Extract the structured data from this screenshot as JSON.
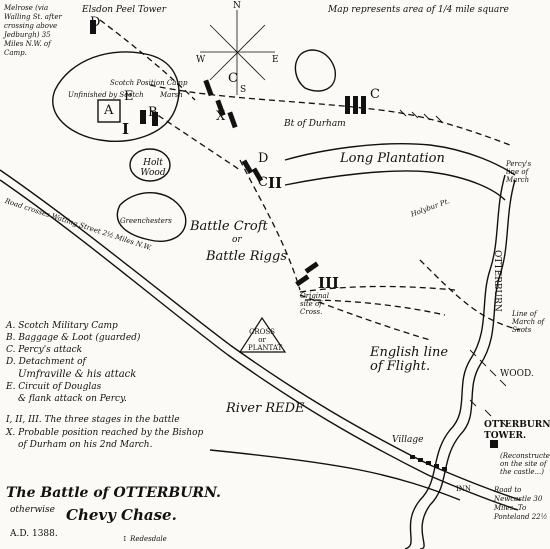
{
  "header": {
    "melrose_note": "Melrose (via Walling St. after crossing above Jedburgh) 35 Miles N.W. of Camp.",
    "elsdon_tower": "Elsdon Peel Tower",
    "scale_note": "Map represents area of 1/4 mile square"
  },
  "compass": {
    "n": "N",
    "s": "S",
    "e": "E",
    "w": "W"
  },
  "labels": {
    "scotch_camp": "Scotch Position Camp",
    "unfinished": "Unfinished by Scotch",
    "marsh": "Marsh",
    "holt_wood": "Holt Wood",
    "greenchesters": "Greenchesters",
    "bt_of_durham": "Bt of Durham",
    "long_plantation": "Long Plantation",
    "percys_line": "Percy's line of March",
    "battle_croft": "Battle Croft",
    "or_text": "or",
    "battle_riggs": "Battle Riggs",
    "original_site": "Original site of Cross.",
    "cross": "CROSS or PLANTAT",
    "road_crosses": "Road crosses Watling Street 2½ Miles N.W.",
    "holybur": "Holybur Pt.",
    "otterburn_vert": "OTTERBURN",
    "line_of_march": "Line of March of Scots",
    "english_flight": "English line of Flight.",
    "wood": "WOOD.",
    "river_rede": "River REDE",
    "village": "Village",
    "otterburn_tower": "OTTERBURN TOWER.",
    "tower_note": "(Reconstructed on the site of the castle...)",
    "road_newcastle": "Road to Newcastle 30 Miles. To Ponteland 22½",
    "inn": "INN",
    "redesdale": "↕ Redesdale"
  },
  "markers": {
    "A": "A",
    "B": "B",
    "C": "C",
    "D": "D",
    "E": "E",
    "X": "X",
    "I": "I",
    "II": "II",
    "III": "III"
  },
  "legend": {
    "items": [
      "A. Scotch Military Camp",
      "B. Baggage & Loot (guarded)",
      "C. Percy's attack",
      "D. Detachment of",
      "Umfraville & his attack",
      "E. Circuit of Douglas",
      "& flank attack on Percy.",
      "I, II, III. The three stages in the battle",
      "X. Probable position reached by the Bishop",
      "of Durham on his 2nd March."
    ]
  },
  "title": {
    "line1": "The Battle of OTTERBURN.",
    "line2a": "otherwise",
    "line2b": "Chevy Chase.",
    "date": "A.D. 1388."
  }
}
